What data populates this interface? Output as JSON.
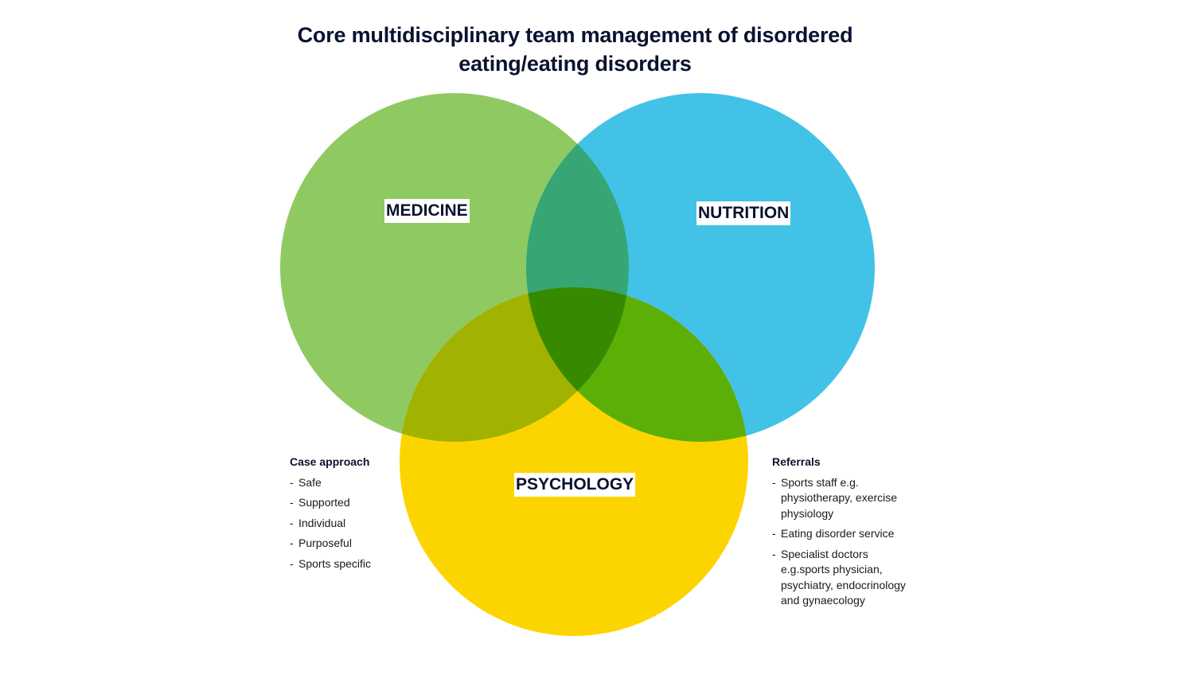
{
  "title": {
    "line1": "Core multidisciplinary team management of disordered",
    "line2": "eating/eating disorders"
  },
  "circles": {
    "medicine": {
      "label": "MEDICINE",
      "color": "#8fc962"
    },
    "nutrition": {
      "label": "NUTRITION",
      "color": "#43c2e7"
    },
    "psychology": {
      "label": "PSYCHOLOGY",
      "color": "#fcd500"
    }
  },
  "overlap_colors": {
    "medicine_nutrition": "#36a674",
    "medicine_psychology": "#a1b200",
    "nutrition_psychology": "#5caf06",
    "all_three": "#378a00"
  },
  "case_approach": {
    "heading": "Case approach",
    "items": [
      "Safe",
      "Supported",
      "Individual",
      "Purposeful",
      "Sports specific"
    ]
  },
  "referrals": {
    "heading": "Referrals",
    "items": [
      "Sports staff e.g. physiotherapy, exercise physiology",
      "Eating disorder service",
      "Specialist doctors e.g.sports physician, psychiatry, endocrinology and gynaecology"
    ]
  }
}
